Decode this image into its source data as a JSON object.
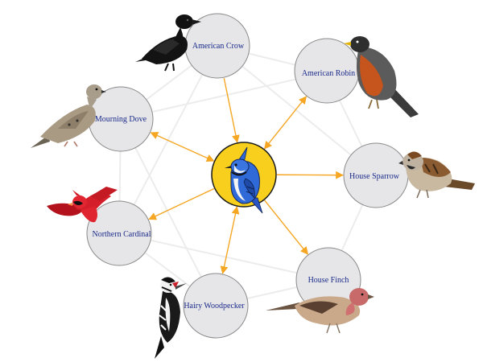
{
  "center": {
    "name": "",
    "ring_color": "#f7cf1c",
    "icon": "blue-jay-icon"
  },
  "nodes": [
    {
      "key": "american-crow",
      "label": "American Crow",
      "icon": "crow-icon"
    },
    {
      "key": "american-robin",
      "label": "American Robin",
      "icon": "robin-icon"
    },
    {
      "key": "house-sparrow",
      "label": "House Sparrow",
      "icon": "sparrow-icon"
    },
    {
      "key": "house-finch",
      "label": "House Finch",
      "icon": "finch-icon"
    },
    {
      "key": "hairy-woodpecker",
      "label": "Hairy Woodpecker",
      "icon": "woodpecker-icon"
    },
    {
      "key": "northern-cardinal",
      "label": "Northern Cardinal",
      "icon": "cardinal-icon"
    },
    {
      "key": "mourning-dove",
      "label": "Mourning Dove",
      "icon": "dove-icon"
    }
  ],
  "edges": [
    {
      "from": "american-crow",
      "to": "center",
      "direction": "to-center"
    },
    {
      "from": "american-robin",
      "to": "center",
      "direction": "both"
    },
    {
      "from": "house-sparrow",
      "to": "center",
      "direction": "to-node"
    },
    {
      "from": "house-finch",
      "to": "center",
      "direction": "to-node"
    },
    {
      "from": "hairy-woodpecker",
      "to": "center",
      "direction": "both"
    },
    {
      "from": "northern-cardinal",
      "to": "center",
      "direction": "to-node"
    },
    {
      "from": "mourning-dove",
      "to": "center",
      "direction": "both"
    }
  ],
  "colors": {
    "edge": "#f5a623",
    "node_fill": "#e6e6e8",
    "node_stroke": "#8a8a8a",
    "label": "#1a2a8a",
    "faint_edge": "#ebebeb"
  }
}
